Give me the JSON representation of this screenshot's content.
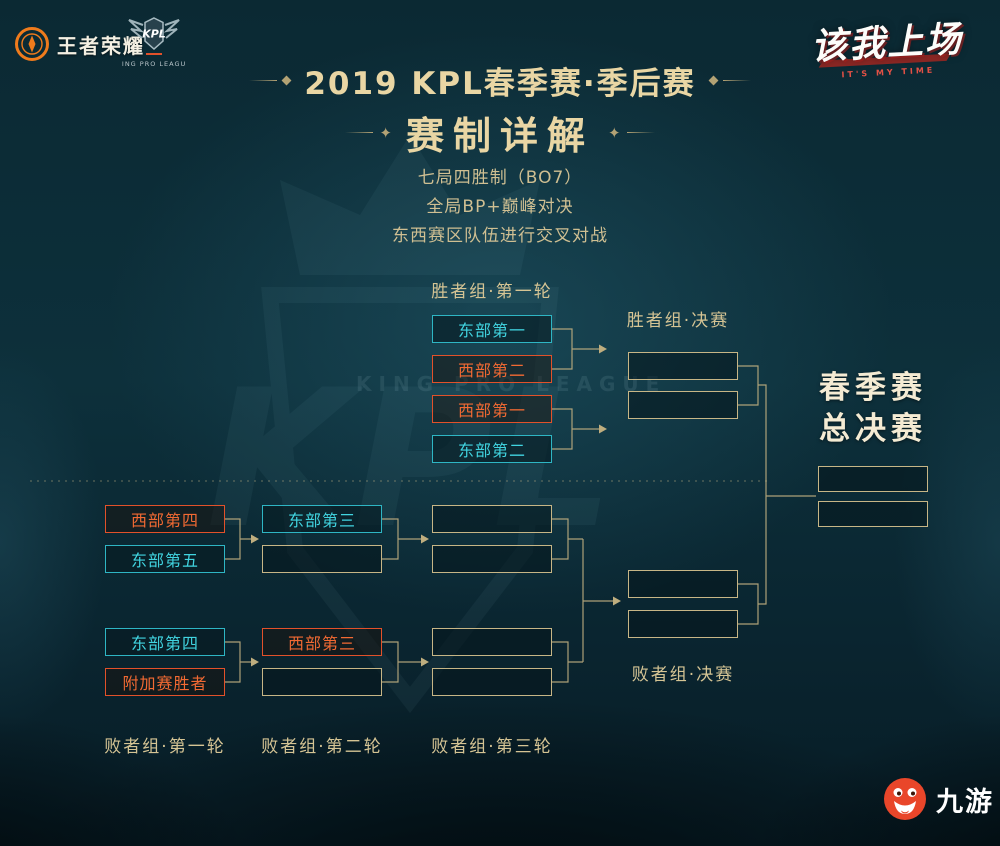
{
  "header": {
    "logo_wzry": "王者荣耀",
    "logo_kpl": "KPL",
    "logo_kpl_sub": "KING PRO LEAGUE",
    "logo_slogan": "该我上场",
    "logo_slogan_sub": "IT'S MY TIME"
  },
  "title": {
    "main": "2019 KPL春季赛·季后赛",
    "sub": "赛制详解"
  },
  "rules": [
    "七局四胜制（BO7）",
    "全局BP+巅峰对决",
    "东西赛区队伍进行交叉对战"
  ],
  "watermark": "KING PRO LEAGUE",
  "bracket": {
    "winners_round1": {
      "label": "胜者组·第一轮",
      "teams": [
        {
          "name": "东部第一",
          "region": "east"
        },
        {
          "name": "西部第二",
          "region": "west"
        },
        {
          "name": "西部第一",
          "region": "west"
        },
        {
          "name": "东部第二",
          "region": "east"
        }
      ]
    },
    "winners_final": {
      "label": "胜者组·决赛"
    },
    "grand_final": {
      "line1": "春季赛",
      "line2": "总决赛"
    },
    "losers_round1": {
      "label": "败者组·第一轮",
      "teams": [
        {
          "name": "西部第四",
          "region": "west"
        },
        {
          "name": "东部第五",
          "region": "east"
        },
        {
          "name": "东部第四",
          "region": "east"
        },
        {
          "name": "附加赛胜者",
          "region": "west"
        }
      ]
    },
    "losers_round2": {
      "label": "败者组·第二轮",
      "teams": [
        {
          "name": "东部第三",
          "region": "east"
        },
        {
          "name": "西部第三",
          "region": "west"
        }
      ]
    },
    "losers_round3": {
      "label": "败者组·第三轮"
    },
    "losers_final": {
      "label": "败者组·决赛"
    }
  },
  "footer": {
    "partner_logo": "九游"
  },
  "colors": {
    "east": "#41d4e0",
    "west": "#f26a33",
    "gold": "#d5c494",
    "red_accent": "#b5271f",
    "background": "#0d303b"
  }
}
